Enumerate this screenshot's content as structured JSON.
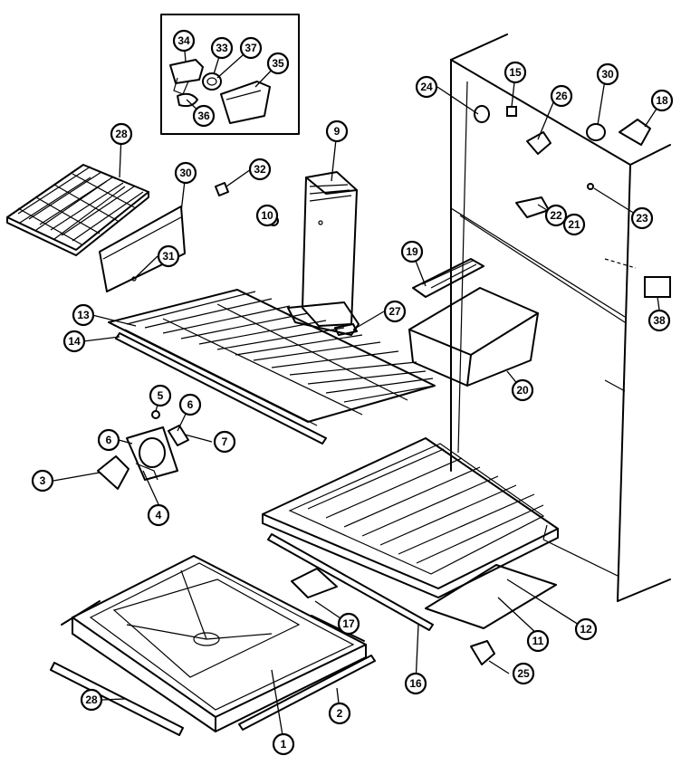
{
  "callouts": [
    {
      "id": "34",
      "label": "34"
    },
    {
      "id": "33",
      "label": "33"
    },
    {
      "id": "37",
      "label": "37"
    },
    {
      "id": "35",
      "label": "35"
    },
    {
      "id": "36",
      "label": "36"
    },
    {
      "id": "28a",
      "label": "28"
    },
    {
      "id": "30a",
      "label": "30"
    },
    {
      "id": "31",
      "label": "31"
    },
    {
      "id": "32",
      "label": "32"
    },
    {
      "id": "9",
      "label": "9"
    },
    {
      "id": "10",
      "label": "10"
    },
    {
      "id": "13",
      "label": "13"
    },
    {
      "id": "14",
      "label": "14"
    },
    {
      "id": "27",
      "label": "27"
    },
    {
      "id": "5",
      "label": "5"
    },
    {
      "id": "6a",
      "label": "6"
    },
    {
      "id": "6b",
      "label": "6"
    },
    {
      "id": "7",
      "label": "7"
    },
    {
      "id": "3",
      "label": "3"
    },
    {
      "id": "4",
      "label": "4"
    },
    {
      "id": "24",
      "label": "24"
    },
    {
      "id": "15",
      "label": "15"
    },
    {
      "id": "26",
      "label": "26"
    },
    {
      "id": "30b",
      "label": "30"
    },
    {
      "id": "18",
      "label": "18"
    },
    {
      "id": "22",
      "label": "22"
    },
    {
      "id": "21",
      "label": "21"
    },
    {
      "id": "23",
      "label": "23"
    },
    {
      "id": "19",
      "label": "19"
    },
    {
      "id": "38",
      "label": "38"
    },
    {
      "id": "20",
      "label": "20"
    },
    {
      "id": "17",
      "label": "17"
    },
    {
      "id": "16",
      "label": "16"
    },
    {
      "id": "11",
      "label": "11"
    },
    {
      "id": "12",
      "label": "12"
    },
    {
      "id": "25",
      "label": "25"
    },
    {
      "id": "28b",
      "label": "28"
    },
    {
      "id": "2",
      "label": "2"
    },
    {
      "id": "1",
      "label": "1"
    }
  ]
}
